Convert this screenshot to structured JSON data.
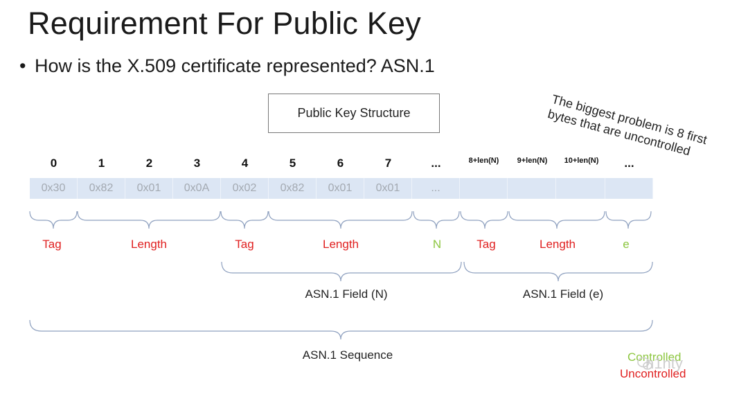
{
  "title": "Requirement For Public Key",
  "bullet": "How is the X.509 certificate represented? ASN.1",
  "note_line1": "The biggest problem is 8 first",
  "note_line2": "bytes that are uncontrolled",
  "box_label": "Public Key Structure",
  "indices": [
    "0",
    "1",
    "2",
    "3",
    "4",
    "5",
    "6",
    "7",
    "...",
    "8+len(N)",
    "9+len(N)",
    "10+len(N)",
    "..."
  ],
  "bytes": [
    "0x30",
    "0x82",
    "0x01",
    "0x0A",
    "0x02",
    "0x82",
    "0x01",
    "0x01",
    "...",
    "",
    "",
    "",
    ""
  ],
  "labels": {
    "tag1": "Tag",
    "length1": "Length",
    "tag2": "Tag",
    "length2": "Length",
    "n": "N",
    "tag3": "Tag",
    "length3": "Length",
    "e": "e"
  },
  "field_n": "ASN.1 Field (N)",
  "field_e": "ASN.1 Field (e)",
  "sequence": "ASN.1 Sequence",
  "legend": {
    "controlled": "Controlled",
    "uncontrolled": "Uncontrolled"
  },
  "watermark": "n1nty",
  "colors": {
    "uncontrolled": "#e02020",
    "controlled": "#8cc63f",
    "strip": "#dce6f4",
    "brace": "#8ea0bf"
  }
}
